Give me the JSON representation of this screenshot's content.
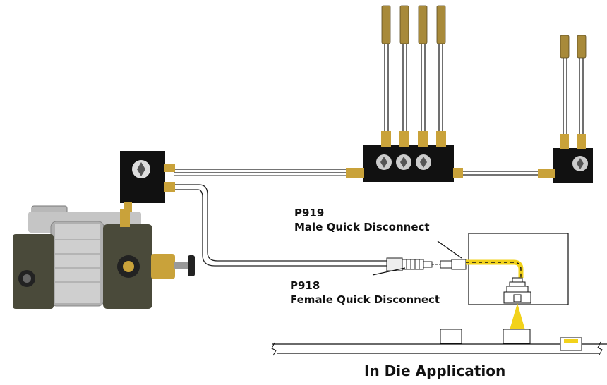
{
  "labels": {
    "p919_code": "P919",
    "p919_desc": "Male Quick Disconnect",
    "p918_code": "P918",
    "p918_desc": "Female Quick Disconnect",
    "caption": "In Die Application"
  },
  "colors": {
    "hose": "#222222",
    "brass": "#c9a23a",
    "manifold": "#111111",
    "yellow_line": "#f2d21b",
    "pump_body": "#4a4a3a",
    "pump_steel": "#b8b8b8"
  },
  "icons": {
    "pump": "pump-icon",
    "valve": "valve-block-icon",
    "manifold": "distribution-manifold-icon",
    "nozzle": "spray-nozzle-icon",
    "die": "die-icon"
  }
}
